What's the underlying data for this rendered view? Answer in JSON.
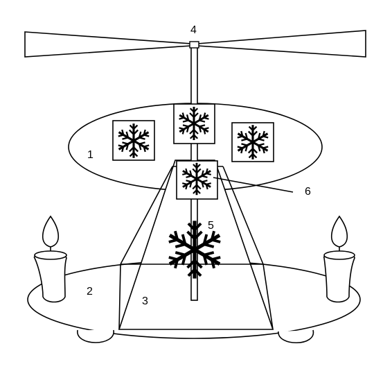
{
  "labels": {
    "l1": "1",
    "l2": "2",
    "l3": "3",
    "l4": "4",
    "l5": "5",
    "l6": "6"
  },
  "colors": {
    "stroke": "#000000",
    "background": "#ffffff"
  }
}
